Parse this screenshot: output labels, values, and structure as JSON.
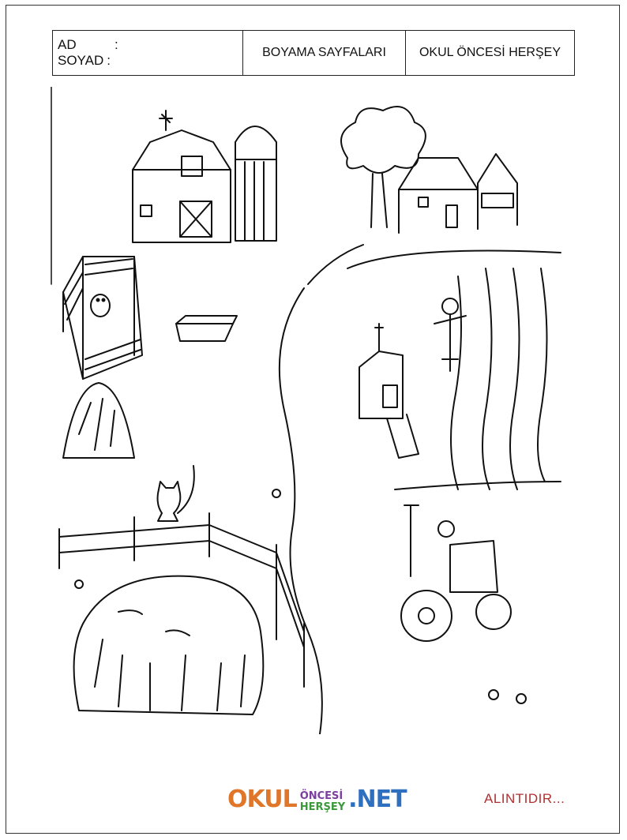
{
  "header": {
    "name_label": "AD",
    "surname_label": "SOYAD",
    "colon": ":",
    "title": "BOYAMA SAYFALARI",
    "site": "OKUL ÖNCESİ HERŞEY"
  },
  "footer": {
    "logo_part1": "OKUL",
    "logo_part2_top": "ÖNCESİ",
    "logo_part2_bottom": "HERŞEY",
    "logo_part3": ".NET",
    "credit": "ALINTIDIR...",
    "colors": {
      "logo_orange": "#e0762a",
      "logo_purple": "#7b3fa0",
      "logo_green": "#3a9a3a",
      "logo_blue": "#2f6fc0",
      "credit_red": "#b03030"
    }
  },
  "illustration": {
    "subject": "farm coloring scene",
    "icons": [
      "barn-icon",
      "silo-icon",
      "farmhouse-icon",
      "tree-icon",
      "pig-pen-icon",
      "haystack-icon",
      "cat-icon",
      "fence-icon",
      "scarecrow-icon",
      "chicken-coop-icon",
      "crop-field-icon",
      "tractor-icon",
      "road-icon",
      "flower-icon"
    ]
  }
}
